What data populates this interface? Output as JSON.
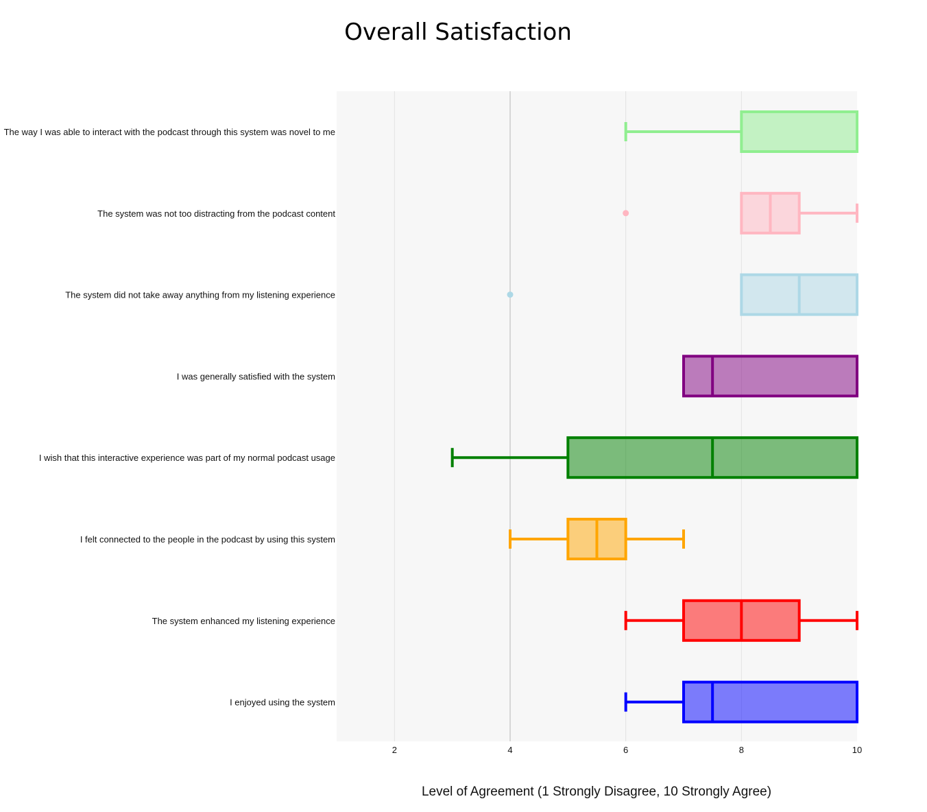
{
  "chart_data": {
    "type": "box",
    "orientation": "horizontal",
    "title": "Overall Satisfaction",
    "xlabel": "Level of Agreement (1 Strongly Disagree, 10 Strongly Agree)",
    "xlim": [
      1,
      10
    ],
    "xticks": [
      2,
      4,
      6,
      8,
      10
    ],
    "grid": true,
    "legend": "none",
    "series": [
      {
        "label": "The way I was able to interact with the podcast through this system was novel to me",
        "color": "#90EE90",
        "min": 6,
        "q1": 8,
        "median": 10,
        "q3": 10,
        "max": 10,
        "outliers": []
      },
      {
        "label": "The system was not too distracting from the podcast content",
        "color": "#FFB6C1",
        "min": 8,
        "q1": 8,
        "median": 8.5,
        "q3": 9,
        "max": 10,
        "outliers": [
          6
        ]
      },
      {
        "label": "The system did not take away anything from my listening experience",
        "color": "#ADD8E6",
        "min": 8,
        "q1": 8,
        "median": 9,
        "q3": 10,
        "max": 10,
        "outliers": [
          4
        ]
      },
      {
        "label": "I was generally satisfied with the system",
        "color": "#800080",
        "min": 7,
        "q1": 7,
        "median": 7.5,
        "q3": 10,
        "max": 10,
        "outliers": []
      },
      {
        "label": "I wish that this interactive experience was part of my normal podcast usage",
        "color": "#008000",
        "min": 3,
        "q1": 5,
        "median": 7.5,
        "q3": 10,
        "max": 10,
        "outliers": []
      },
      {
        "label": "I felt connected to the people in the podcast by using this system",
        "color": "#FFA500",
        "min": 4,
        "q1": 5,
        "median": 5.5,
        "q3": 6,
        "max": 7,
        "outliers": []
      },
      {
        "label": "The system enhanced my listening experience",
        "color": "#FF0000",
        "min": 6,
        "q1": 7,
        "median": 8,
        "q3": 9,
        "max": 10,
        "outliers": []
      },
      {
        "label": "I enjoyed using the system",
        "color": "#0000FF",
        "min": 6,
        "q1": 7,
        "median": 7.5,
        "q3": 10,
        "max": 10,
        "outliers": []
      }
    ]
  }
}
